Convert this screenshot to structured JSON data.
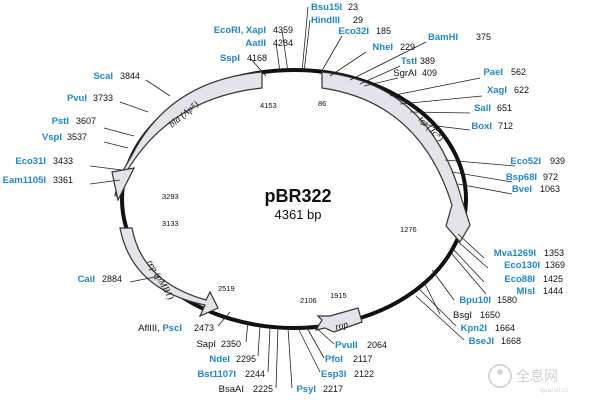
{
  "plasmid": {
    "name": "pBR322",
    "size": "4361 bp"
  },
  "genes": [
    {
      "key": "bla",
      "label": "bla (Apᴿ)"
    },
    {
      "key": "tet",
      "label": "tet (Tcᴿ)"
    },
    {
      "key": "rep",
      "label": "rep (pMB1)"
    },
    {
      "key": "rop",
      "label": "rop"
    }
  ],
  "ticks": [
    "4153",
    "86",
    "3293",
    "3133",
    "1276",
    "2519",
    "2106",
    "1915"
  ],
  "sites": [
    {
      "name": "Bsu15I",
      "pos": "23",
      "style": "blue"
    },
    {
      "name": "HindIII",
      "pos": "29",
      "style": "blue"
    },
    {
      "name": "EcoRI, XapI",
      "pos": "4359",
      "style": "blue"
    },
    {
      "name": "AatII",
      "pos": "4284",
      "style": "blue"
    },
    {
      "name": "SspI",
      "pos": "4168",
      "style": "blue"
    },
    {
      "name": "Eco32I",
      "pos": "185",
      "style": "blue"
    },
    {
      "name": "NheI",
      "pos": "229",
      "style": "blue"
    },
    {
      "name": "BamHI",
      "pos": "375",
      "style": "blue"
    },
    {
      "name": "TstI",
      "pos": "389",
      "style": "blue"
    },
    {
      "name": "SgrAI",
      "pos": "409",
      "style": "black"
    },
    {
      "name": "PaeI",
      "pos": "562",
      "style": "blue"
    },
    {
      "name": "XagI",
      "pos": "622",
      "style": "blue"
    },
    {
      "name": "SalI",
      "pos": "651",
      "style": "blue"
    },
    {
      "name": "BoxI",
      "pos": "712",
      "style": "blue"
    },
    {
      "name": "Eco52I",
      "pos": "939",
      "style": "blue"
    },
    {
      "name": "Bsp68I",
      "pos": "972",
      "style": "blue"
    },
    {
      "name": "BveI",
      "pos": "1063",
      "style": "blue"
    },
    {
      "name": "Mva1269I",
      "pos": "1353",
      "style": "blue"
    },
    {
      "name": "Eco130I",
      "pos": "1369",
      "style": "blue"
    },
    {
      "name": "Eco88I",
      "pos": "1425",
      "style": "blue"
    },
    {
      "name": "MlsI",
      "pos": "1444",
      "style": "blue"
    },
    {
      "name": "Bpu10I",
      "pos": "1580",
      "style": "blue"
    },
    {
      "name": "BsgI",
      "pos": "1650",
      "style": "black"
    },
    {
      "name": "Kpn2I",
      "pos": "1664",
      "style": "blue"
    },
    {
      "name": "BseJI",
      "pos": "1668",
      "style": "blue"
    },
    {
      "name": "ScaI",
      "pos": "3844",
      "style": "blue"
    },
    {
      "name": "PvuI",
      "pos": "3733",
      "style": "blue"
    },
    {
      "name": "PstI",
      "pos": "3607",
      "style": "blue"
    },
    {
      "name": "VspI",
      "pos": "3537",
      "style": "blue"
    },
    {
      "name": "Eco31I",
      "pos": "3433",
      "style": "blue"
    },
    {
      "name": "Eam1105I",
      "pos": "3361",
      "style": "blue"
    },
    {
      "name": "CaiI",
      "pos": "2884",
      "style": "blue"
    },
    {
      "name": "AflIII, PscI",
      "pos": "2473",
      "style": "mixed",
      "prefix": "AflIII, ",
      "suffix": "PscI"
    },
    {
      "name": "SapI",
      "pos": "2350",
      "style": "black"
    },
    {
      "name": "NdeI",
      "pos": "2295",
      "style": "blue"
    },
    {
      "name": "Bst1107I",
      "pos": "2244",
      "style": "blue"
    },
    {
      "name": "BsaAI",
      "pos": "2225",
      "style": "black"
    },
    {
      "name": "PsyI",
      "pos": "2217",
      "style": "blue"
    },
    {
      "name": "PvuII",
      "pos": "2064",
      "style": "blue"
    },
    {
      "name": "PfoI",
      "pos": "2117",
      "style": "blue"
    },
    {
      "name": "Esp3I",
      "pos": "2122",
      "style": "blue"
    }
  ],
  "watermark": {
    "text": "全息网",
    "url": "quanxi.cc"
  }
}
